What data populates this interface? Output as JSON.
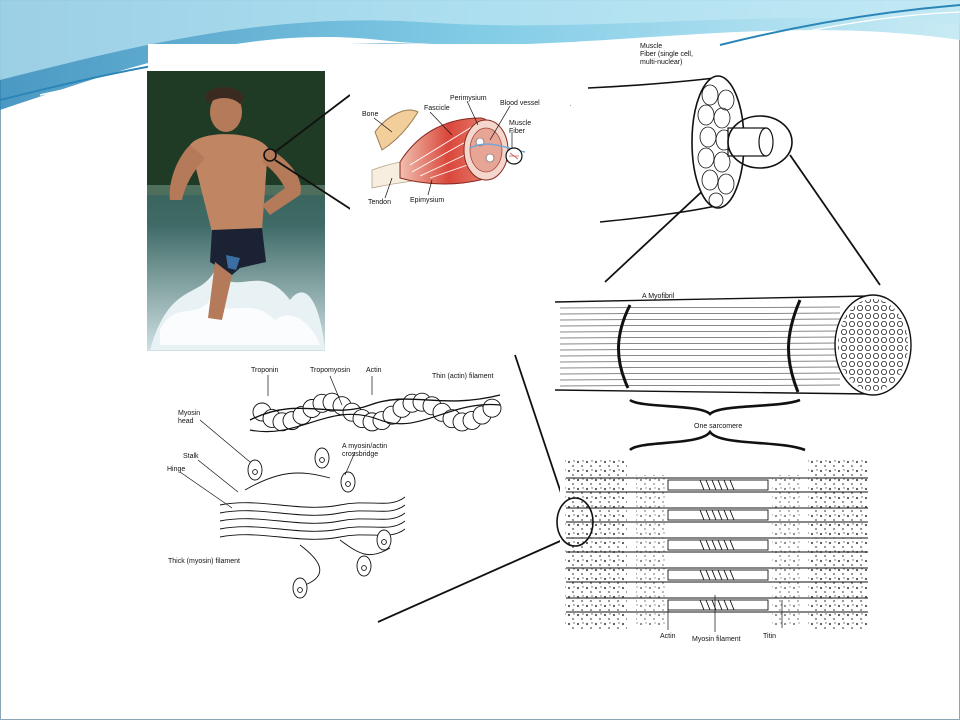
{
  "theme": {
    "wave_dark": "#2b86b8",
    "wave_mid": "#5ab4d8",
    "wave_light": "#bfe7f3",
    "line": "#111111",
    "muscle_red": "#d9473b",
    "bone": "#f2cf9a",
    "water": "#1e3b30"
  },
  "photo": {
    "icon": "athlete-running-photo"
  },
  "muscle_anatomy": {
    "bone": "Bone",
    "fascicle": "Fascicle",
    "perimysium": "Perimysium",
    "blood_vessel": "Blood vessel",
    "muscle_fiber": "Muscle\nFiber",
    "tendon": "Tendon",
    "epimysium": "Epimysium"
  },
  "fiber": {
    "label": "Muscle\nFiber (single cell,\nmulti-nuclear)"
  },
  "myofibril": {
    "label": "A Myofibril",
    "sarcomere": "One sarcomere"
  },
  "filaments": {
    "troponin": "Troponin",
    "tropomyosin": "Tropomyosin",
    "actin": "Actin",
    "thin": "Thin (actin) filament",
    "myosin_head": "Myosin\nhead",
    "crossbridge": "A myosin/actin\ncrossbridge",
    "stalk": "Stalk",
    "hinge": "Hinge",
    "thick": "Thick (myosin) filament"
  },
  "sarcomere_detail": {
    "actin": "Actin",
    "myosin": "Myosin filament",
    "titin": "Titin"
  }
}
